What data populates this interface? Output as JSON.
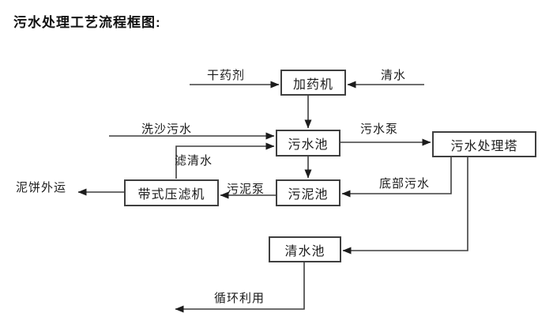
{
  "title": "污水处理工艺流程框图:",
  "nodes": {
    "dosing_machine": {
      "label": "加药机"
    },
    "sewage_pool": {
      "label": "污水池"
    },
    "treatment_tower": {
      "label": "污水处理塔"
    },
    "belt_filter_press": {
      "label": "带式压滤机"
    },
    "sludge_pool": {
      "label": "污泥池"
    },
    "clean_water_pool": {
      "label": "清水池"
    }
  },
  "edges": [
    {
      "id": "dry_chemical",
      "label": "干药剂",
      "from": "external",
      "to": "dosing_machine"
    },
    {
      "id": "clean_water_in",
      "label": "清水",
      "from": "external",
      "to": "dosing_machine"
    },
    {
      "id": "dosing_to_pool",
      "label": "",
      "from": "dosing_machine",
      "to": "sewage_pool"
    },
    {
      "id": "sand_washing",
      "label": "洗沙污水",
      "from": "external",
      "to": "sewage_pool"
    },
    {
      "id": "filtered_water",
      "label": "滤清水",
      "from": "belt_filter_press",
      "to": "sewage_pool"
    },
    {
      "id": "sewage_pump",
      "label": "污水泵",
      "from": "sewage_pool",
      "to": "treatment_tower"
    },
    {
      "id": "pool_to_sludge",
      "label": "",
      "from": "sewage_pool",
      "to": "sludge_pool"
    },
    {
      "id": "bottom_sewage",
      "label": "底部污水",
      "from": "treatment_tower",
      "to": "sludge_pool"
    },
    {
      "id": "sludge_pump",
      "label": "污泥泵",
      "from": "sludge_pool",
      "to": "belt_filter_press"
    },
    {
      "id": "mud_cake_out",
      "label": "泥饼外运",
      "from": "belt_filter_press",
      "to": "external"
    },
    {
      "id": "tower_to_clean",
      "label": "",
      "from": "treatment_tower",
      "to": "clean_water_pool"
    },
    {
      "id": "recycling_use",
      "label": "循环利用",
      "from": "clean_water_pool",
      "to": "external"
    }
  ],
  "colors": {
    "line": "#3f3f3f",
    "box_border": "#3f3f3f",
    "text": "#1c1c1c",
    "background": "#ffffff"
  }
}
